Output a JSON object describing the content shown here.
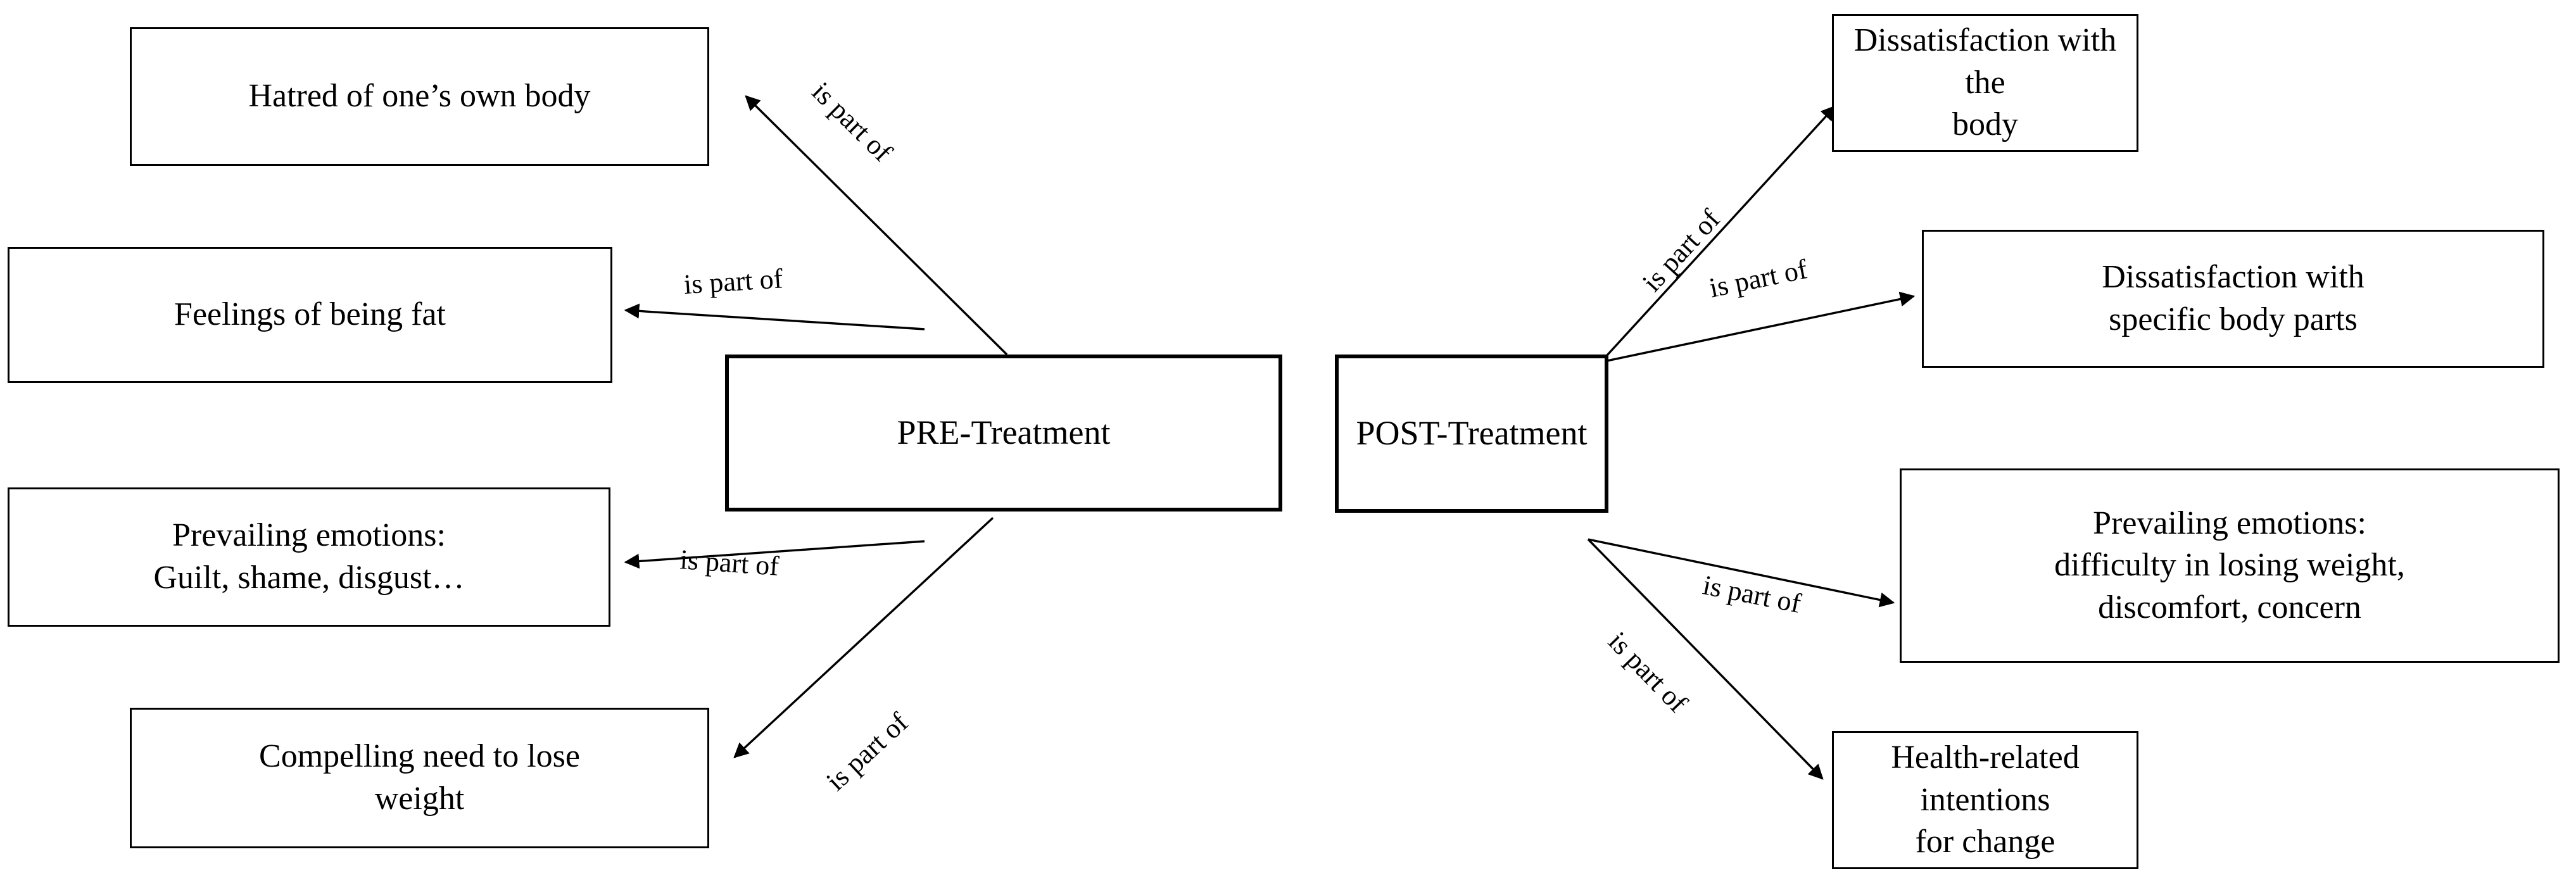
{
  "diagram": {
    "title": "PRE-Treatment and POST-Treatment body image themes",
    "relation_label": "is part of",
    "colors": {
      "background": "#ffffff",
      "stroke": "#000000",
      "text": "#000000"
    },
    "center_nodes": [
      {
        "id": "pre",
        "label": "PRE-Treatment"
      },
      {
        "id": "post",
        "label": "POST-Treatment"
      }
    ],
    "pre_nodes": [
      {
        "id": "hatred",
        "label": "Hatred of one’s own body"
      },
      {
        "id": "feelings",
        "label": "Feelings of being fat"
      },
      {
        "id": "prevailing",
        "label": "Prevailing emotions:\nGuilt, shame, disgust…"
      },
      {
        "id": "compelling",
        "label": "Compelling need to lose\nweight"
      }
    ],
    "post_nodes": [
      {
        "id": "dissat_body",
        "label": "Dissatisfaction with the\nbody"
      },
      {
        "id": "dissat_parts",
        "label": "Dissatisfaction with\nspecific body parts"
      },
      {
        "id": "post_emotions",
        "label": "Prevailing emotions:\ndifficulty in losing weight,\ndiscomfort, concern"
      },
      {
        "id": "health",
        "label": "Health-related intentions\nfor change"
      }
    ],
    "edges": [
      {
        "id": "e1",
        "from": "pre",
        "to": "hatred",
        "label": "is part of"
      },
      {
        "id": "e2",
        "from": "pre",
        "to": "feelings",
        "label": "is part of"
      },
      {
        "id": "e3",
        "from": "pre",
        "to": "prevailing",
        "label": "is part of"
      },
      {
        "id": "e4",
        "from": "pre",
        "to": "compelling",
        "label": "is part of"
      },
      {
        "id": "e5",
        "from": "post",
        "to": "dissat_body",
        "label": "is part of"
      },
      {
        "id": "e6",
        "from": "post",
        "to": "dissat_parts",
        "label": "is part of"
      },
      {
        "id": "e7",
        "from": "post",
        "to": "post_emotions",
        "label": "is part of"
      },
      {
        "id": "e8",
        "from": "post",
        "to": "health",
        "label": "is part of"
      }
    ]
  }
}
